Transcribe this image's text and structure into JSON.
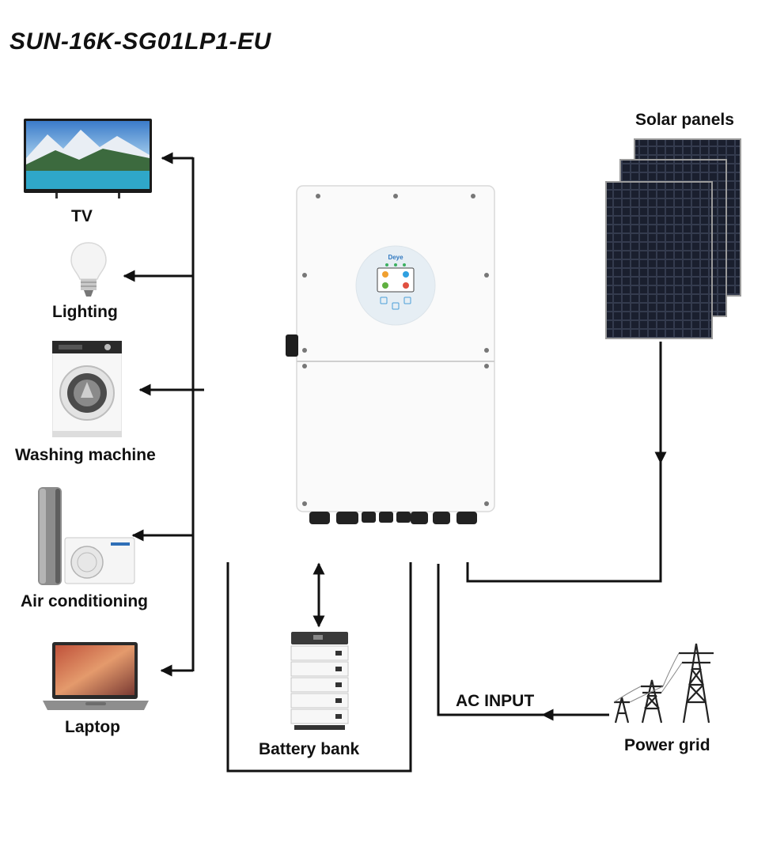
{
  "title": "SUN-16K-SG01LP1-EU",
  "labels": {
    "tv": "TV",
    "lighting": "Lighting",
    "washing_machine": "Washing machine",
    "air_conditioning": "Air conditioning",
    "laptop": "Laptop",
    "solar_panels": "Solar panels",
    "battery_bank": "Battery bank",
    "power_grid": "Power grid",
    "ac_input": "AC INPUT"
  },
  "inverter": {
    "brand": "Deye"
  },
  "icons": [
    "tv-icon",
    "light-bulb-icon",
    "washing-machine-icon",
    "air-conditioner-icon",
    "laptop-icon",
    "solar-panel-icon",
    "battery-bank-icon",
    "power-grid-tower-icon",
    "inverter-icon"
  ]
}
